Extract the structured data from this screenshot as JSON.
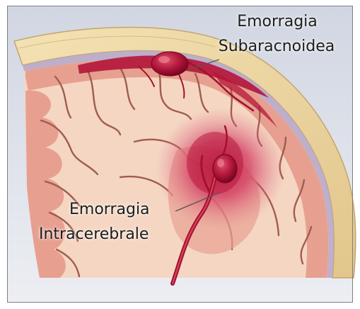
{
  "labels": {
    "subarachnoid": {
      "line1": "Emorragia",
      "line2": "Subaracnoidea"
    },
    "intracerebral": {
      "line1": "Emorragia",
      "line2": "Intracerebrale"
    }
  },
  "colors": {
    "background_top": "#d3d8e4",
    "background_bottom": "#e9ebf1",
    "skull": "#ecd6a0",
    "skull_edge": "#c9ab74",
    "meninges": "#b7a3c2",
    "cortex": "#e8a295",
    "white_matter": "#f6d9c6",
    "sulcus": "#9e5b4e",
    "blood": "#b4153a",
    "blood_dark": "#7e0a24",
    "hemorrhage_glow": "#c9325a",
    "border": "#7f7f7f"
  }
}
